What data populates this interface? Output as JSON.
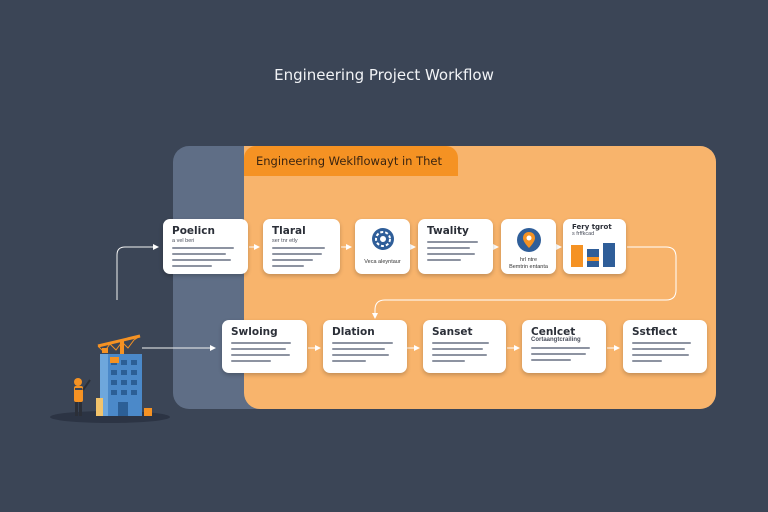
{
  "title": "Engineering Project Workflow",
  "panel": {
    "tab_label": "Engineering Weklflowayt in Thet"
  },
  "top_row": [
    {
      "title": "Poelicn",
      "subtitle": "a vel beri"
    },
    {
      "title": "Tlaral",
      "subtitle": "ser tnr etly"
    },
    {
      "type": "icon",
      "icon": "gear-icon",
      "caption": "Veca aleyntaur"
    },
    {
      "title": "Twality",
      "subtitle": ""
    },
    {
      "type": "icon",
      "icon": "location-pin-icon",
      "caption": "hrl ntre\nBemtrin entanta"
    },
    {
      "title": "Fery tgrot",
      "subtitle": "s frffkcad",
      "icon": "bar-chart-icon"
    }
  ],
  "bottom_row": [
    {
      "title": "Swloing",
      "subtitle": ""
    },
    {
      "title": "Dlation",
      "subtitle": ""
    },
    {
      "title": "Sanset",
      "subtitle": ""
    },
    {
      "title": "Cenlcet",
      "subtitle": "Cortaangtcrailing"
    },
    {
      "title": "Sstflect",
      "subtitle": ""
    }
  ],
  "colors": {
    "background": "#3b4556",
    "panel_back": "#5f6e86",
    "panel_front": "#f8b46c",
    "tab": "#f59223",
    "card": "#ffffff"
  },
  "illustration": {
    "icons": [
      "worker-icon",
      "crane-icon",
      "building-icon"
    ]
  }
}
